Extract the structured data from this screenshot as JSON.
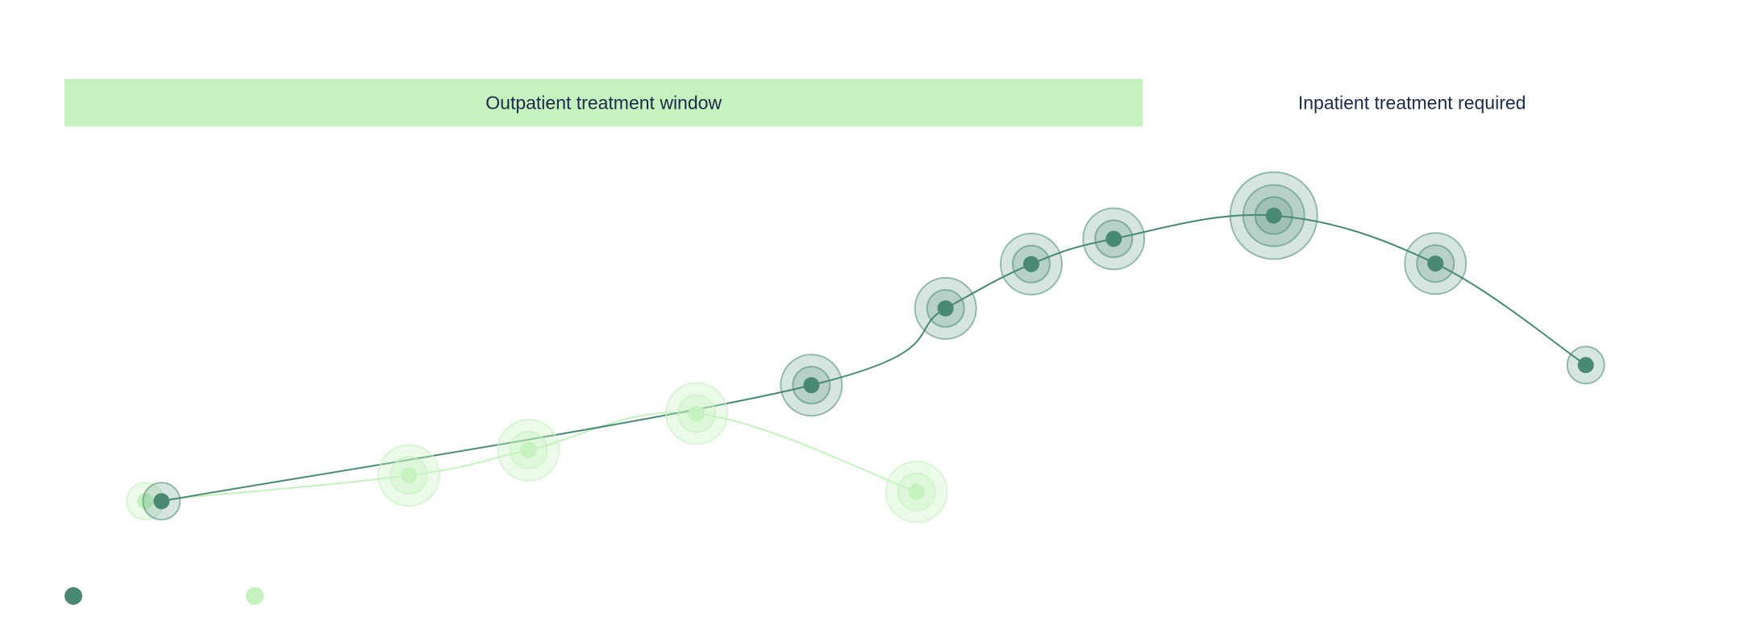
{
  "chart_data": {
    "type": "scatter",
    "title": "",
    "xlabel": "",
    "ylabel": "",
    "xlim": [
      0,
      100
    ],
    "ylim": [
      0,
      100
    ],
    "grid": false,
    "legend_position": "bottom-left",
    "bands": [
      {
        "label": "Outpatient treatment window",
        "x_start": 0,
        "x_end": 66.7,
        "color": "#c6f2c0"
      },
      {
        "label": "Inpatient treatment required",
        "x_start": 66.7,
        "x_end": 100,
        "color": "#ffffff"
      }
    ],
    "series": [
      {
        "color": "#4a8a75",
        "points": [
          {
            "x": 6.0,
            "y": 18.4,
            "size": 2
          },
          {
            "x": 46.2,
            "y": 40.9,
            "size": 3
          },
          {
            "x": 54.5,
            "y": 55.8,
            "size": 3
          },
          {
            "x": 59.8,
            "y": 64.4,
            "size": 3
          },
          {
            "x": 64.9,
            "y": 69.3,
            "size": 3
          },
          {
            "x": 74.8,
            "y": 73.8,
            "size": 4
          },
          {
            "x": 84.8,
            "y": 64.5,
            "size": 3
          },
          {
            "x": 94.1,
            "y": 44.8,
            "size": 2
          }
        ]
      },
      {
        "color": "#c6f2c0",
        "points": [
          {
            "x": 5.0,
            "y": 18.4,
            "size": 2
          },
          {
            "x": 21.3,
            "y": 23.4,
            "size": 3
          },
          {
            "x": 28.7,
            "y": 28.3,
            "size": 3
          },
          {
            "x": 39.1,
            "y": 35.4,
            "size": 3
          },
          {
            "x": 52.7,
            "y": 20.2,
            "size": 3
          }
        ]
      }
    ]
  }
}
